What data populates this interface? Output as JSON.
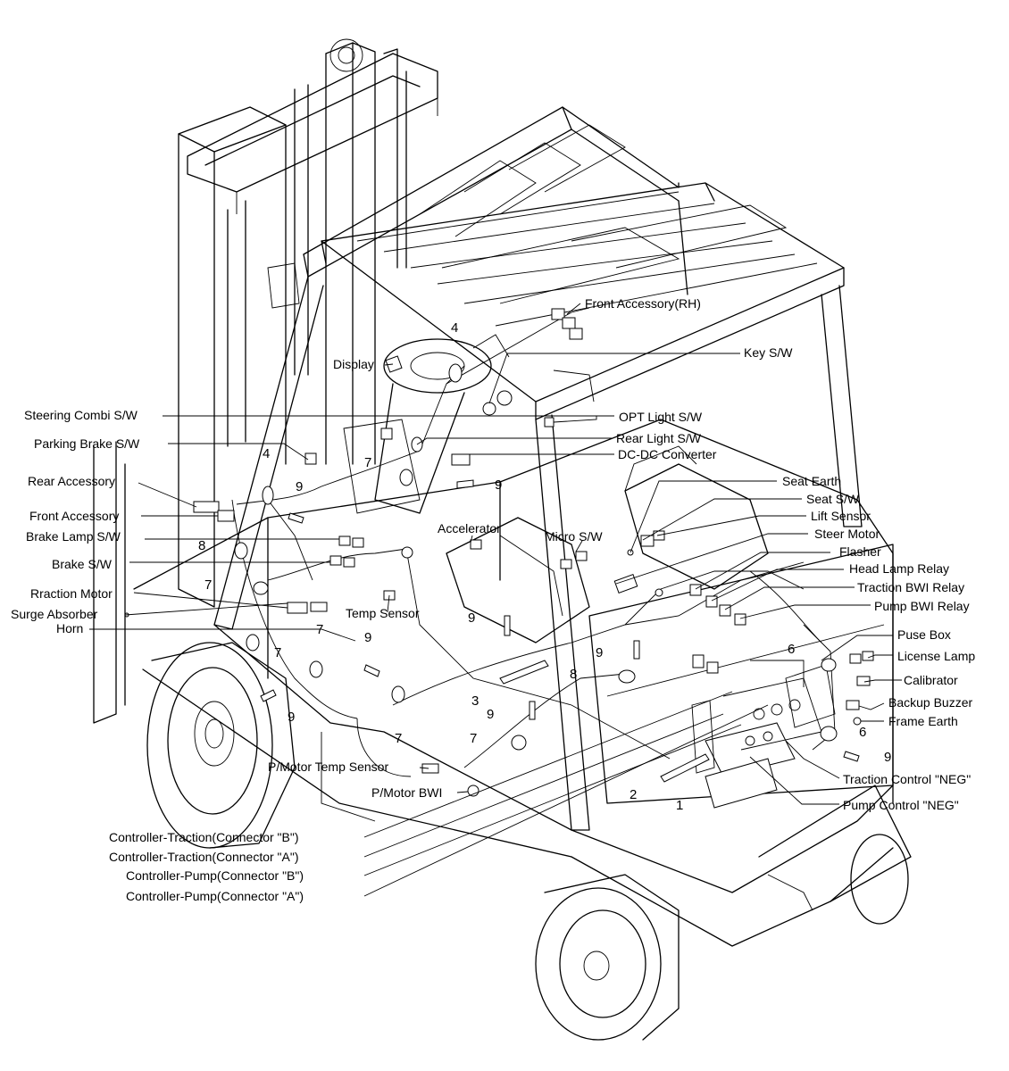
{
  "labels": {
    "front_accessory_rh": "Front Accessory(RH)",
    "key_sw": "Key S/W",
    "display": "Display",
    "steering_combi_sw": "Steering Combi S/W",
    "opt_light_sw": "OPT Light S/W",
    "parking_brake_sw": "Parking Brake S/W",
    "rear_light_sw": "Rear Light S/W",
    "dc_dc_converter": "DC-DC Converter",
    "rear_accessory": "Rear Accessory",
    "seat_earth": "Seat Earth",
    "seat_sw": "Seat S/W",
    "front_accessory": "Front Accessory",
    "lift_sensor": "Lift Sensor",
    "brake_lamp_sw": "Brake Lamp S/W",
    "accelerator": "Accelerator",
    "micro_sw": "Micro S/W",
    "steer_motor": "Steer Motor",
    "brake_sw": "Brake S/W",
    "flasher": "Flasher",
    "head_lamp_relay": "Head Lamp Relay",
    "rraction_motor": "Rraction Motor",
    "traction_bwi_relay": "Traction BWI Relay",
    "surge_absorber": "Surge Absorber",
    "temp_sensor": "Temp Sensor",
    "pump_bwi_relay": "Pump BWI Relay",
    "horn": "Horn",
    "puse_box": "Puse Box",
    "license_lamp": "License Lamp",
    "calibrator": "Calibrator",
    "backup_buzzer": "Backup Buzzer",
    "frame_earth": "Frame Earth",
    "p_motor_temp_sensor": "P/Motor Temp Sensor",
    "traction_control_neg": "Traction Control \"NEG\"",
    "p_motor_bwi": "P/Motor BWI",
    "pump_control_neg": "Pump Control \"NEG\"",
    "controller_traction_b": "Controller-Traction(Connector \"B\")",
    "controller_traction_a": "Controller-Traction(Connector \"A\")",
    "controller_pump_b": "Controller-Pump(Connector \"B\")",
    "controller_pump_a": "Controller-Pump(Connector \"A\")"
  },
  "callouts": {
    "n4_top": "4",
    "n4_left": "4",
    "n7_a": "7",
    "n9_a": "9",
    "n9_b": "9",
    "n8_left": "8",
    "n7_b": "7",
    "n9_c": "9",
    "n9_d": "9",
    "n6_a": "6",
    "n7_c": "7",
    "n7_d": "7",
    "n9_e": "9",
    "n8_mid": "8",
    "n3": "3",
    "n9_f": "9",
    "n9_g": "9",
    "n7_e": "7",
    "n6_b": "6",
    "n7_f": "7",
    "n9_h": "9",
    "n2": "2",
    "n1": "1"
  }
}
